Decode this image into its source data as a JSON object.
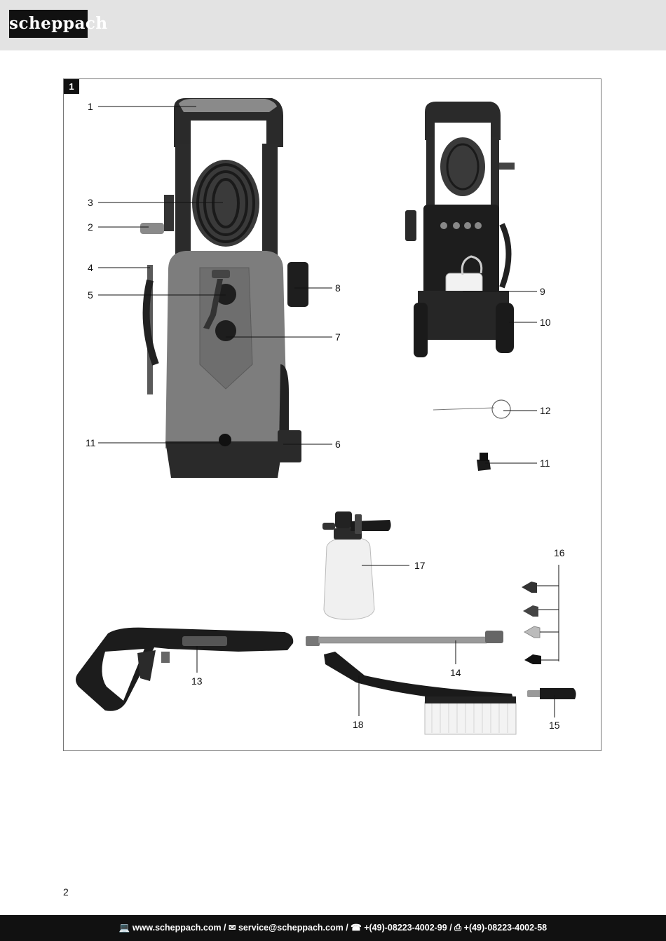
{
  "header": {
    "brand": "scheppach"
  },
  "figure": {
    "tag": "1",
    "callouts": {
      "c1": "1",
      "c3": "3",
      "c2": "2",
      "c4": "4",
      "c5": "5",
      "c8": "8",
      "c7": "7",
      "c11a": "11",
      "c6": "6",
      "c9": "9",
      "c10": "10",
      "c12": "12",
      "c11b": "11",
      "c17": "17",
      "c16": "16",
      "c13": "13",
      "c14": "14",
      "c18": "18",
      "c15": "15"
    }
  },
  "page_number": "2",
  "footer": {
    "website_icon": "laptop-icon",
    "website": "www.scheppach.com",
    "sep1": " / ",
    "email_icon": "email-icon",
    "email": "service@scheppach.com",
    "sep2": " / ",
    "phone_icon": "phone-icon",
    "phone": "+(49)-08223-4002-99",
    "sep3": " / ",
    "fax_icon": "fax-icon",
    "fax": "+(49)-08223-4002-58"
  }
}
